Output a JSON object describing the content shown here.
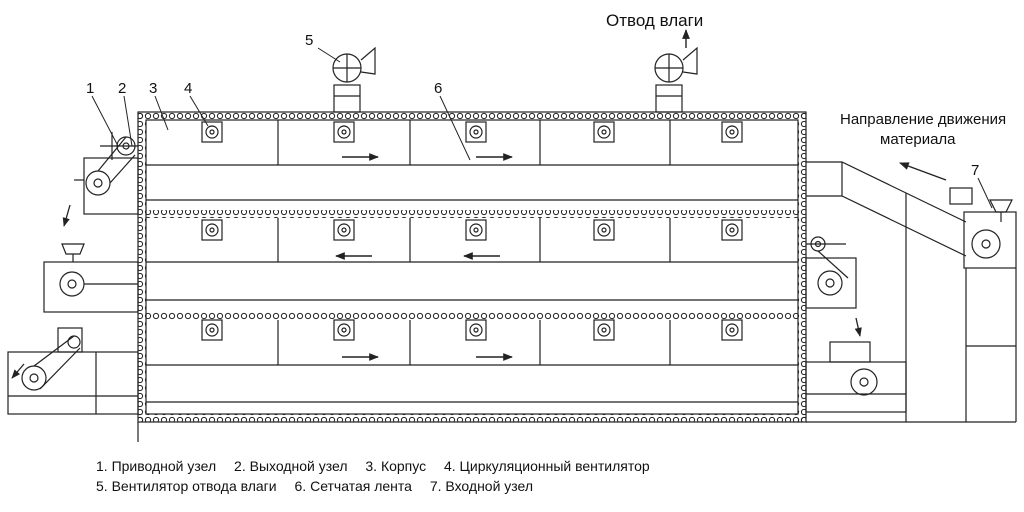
{
  "labels": {
    "moisture_outlet": "Отвод влаги",
    "direction_line1": "Направление движения",
    "direction_line2": "материала"
  },
  "callouts": [
    "1",
    "2",
    "3",
    "4",
    "5",
    "6",
    "7"
  ],
  "legend": [
    "1. Приводной узел",
    "2. Выходной узел",
    "3. Корпус",
    "4. Циркуляционный вентилятор",
    "5. Вентилятор отвода влаги",
    "6. Сетчатая лента",
    "7. Входной узел"
  ],
  "tiers": [
    {
      "name": "upper",
      "flow": "right"
    },
    {
      "name": "middle",
      "flow": "left"
    },
    {
      "name": "lower",
      "flow": "right"
    }
  ],
  "colors": {
    "line": "#222222",
    "background": "#ffffff"
  }
}
